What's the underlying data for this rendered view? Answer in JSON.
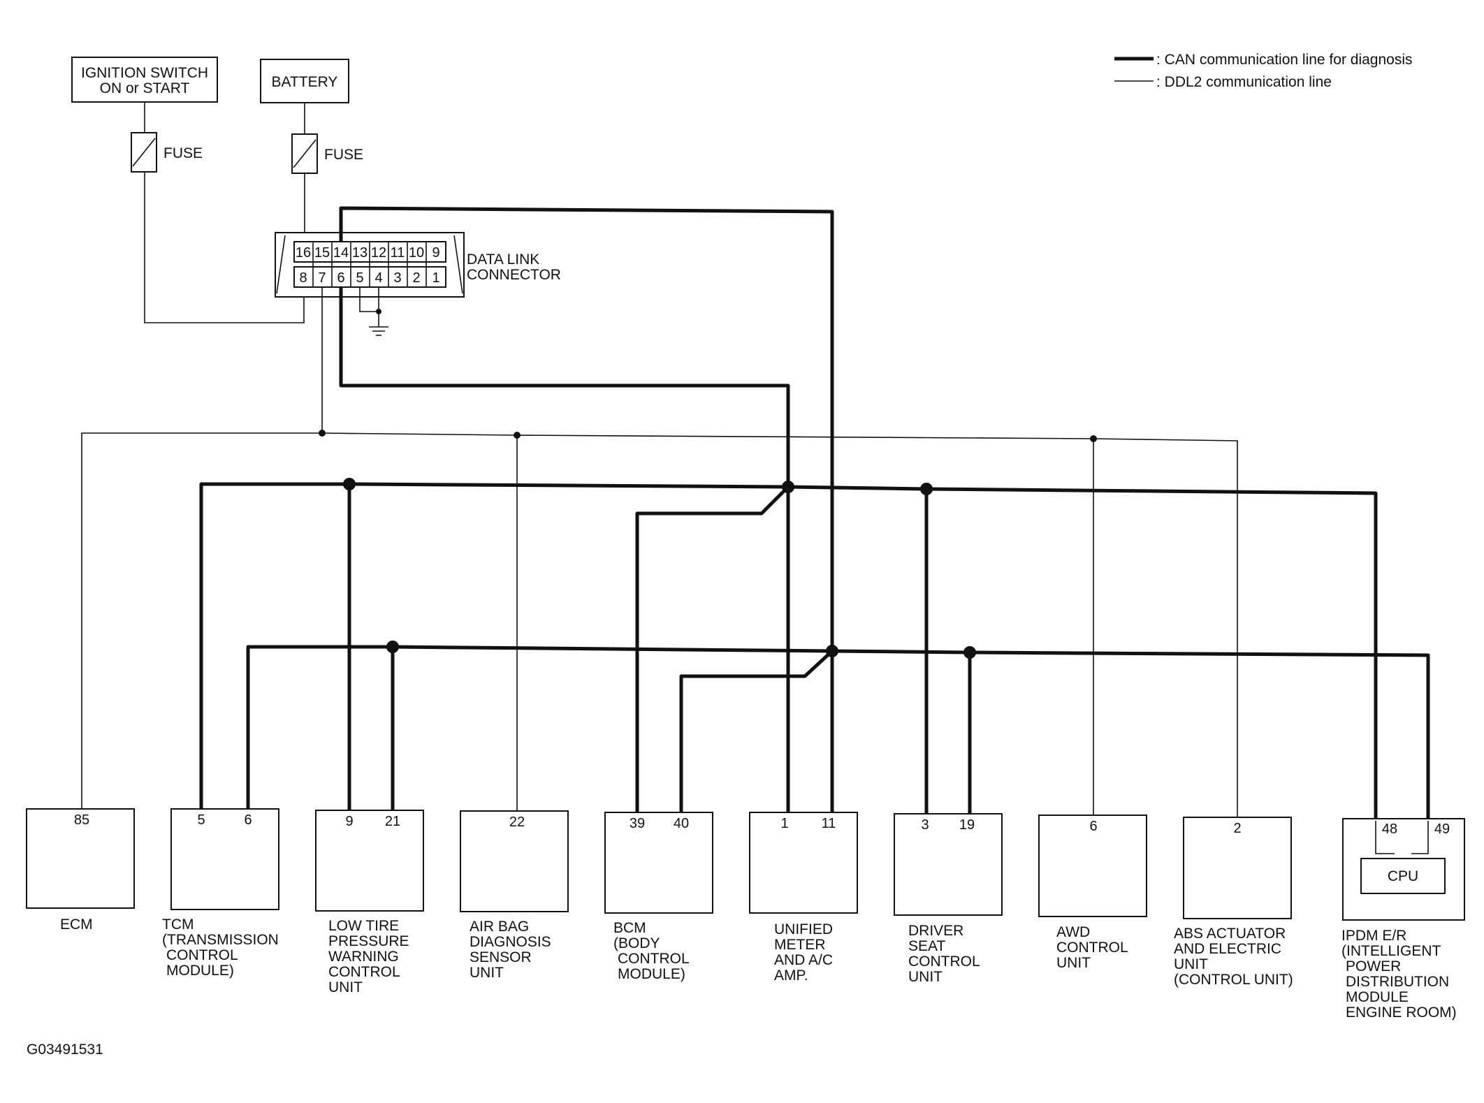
{
  "legend": {
    "can_label": ": CAN communication line for diagnosis",
    "ddl2_label": ": DDL2 communication line"
  },
  "power": {
    "ignition": {
      "line1": "IGNITION SWITCH",
      "line2": "ON or START"
    },
    "battery": "BATTERY",
    "fuse1": "FUSE",
    "fuse2": "FUSE"
  },
  "connector": {
    "label1": "DATA LINK",
    "label2": "CONNECTOR",
    "top_pins": [
      "16",
      "15",
      "14",
      "13",
      "12",
      "11",
      "10",
      "9"
    ],
    "bottom_pins": [
      "8",
      "7",
      "6",
      "5",
      "4",
      "3",
      "2",
      "1"
    ]
  },
  "modules": [
    {
      "id": "ecm",
      "pins": [
        "85"
      ],
      "label": [
        "ECM"
      ]
    },
    {
      "id": "tcm",
      "pins": [
        "5",
        "6"
      ],
      "label": [
        "TCM",
        "(TRANSMISSION",
        "CONTROL",
        "MODULE)"
      ]
    },
    {
      "id": "tpms",
      "pins": [
        "9",
        "21"
      ],
      "label": [
        "LOW TIRE",
        "PRESSURE",
        "WARNING",
        "CONTROL",
        "UNIT"
      ]
    },
    {
      "id": "airbag",
      "pins": [
        "22"
      ],
      "label": [
        "AIR BAG",
        "DIAGNOSIS",
        "SENSOR",
        "UNIT"
      ]
    },
    {
      "id": "bcm",
      "pins": [
        "39",
        "40"
      ],
      "label": [
        "BCM",
        "(BODY",
        "CONTROL",
        "MODULE)"
      ]
    },
    {
      "id": "meter",
      "pins": [
        "1",
        "11"
      ],
      "label": [
        "UNIFIED",
        "METER",
        "AND A/C",
        "AMP."
      ]
    },
    {
      "id": "seat",
      "pins": [
        "3",
        "19"
      ],
      "label": [
        "DRIVER",
        "SEAT",
        "CONTROL",
        "UNIT"
      ]
    },
    {
      "id": "awd",
      "pins": [
        "6"
      ],
      "label": [
        "AWD",
        "CONTROL",
        "UNIT"
      ]
    },
    {
      "id": "abs",
      "pins": [
        "2"
      ],
      "label": [
        "ABS ACTUATOR",
        "AND ELECTRIC",
        "UNIT",
        "(CONTROL UNIT)"
      ]
    },
    {
      "id": "ipdm",
      "pins": [
        "48",
        "49"
      ],
      "label": [
        "IPDM E/R",
        "(INTELLIGENT",
        "POWER",
        "DISTRIBUTION",
        "MODULE",
        "ENGINE ROOM)"
      ],
      "inner": "CPU"
    }
  ],
  "figure_id": "G03491531"
}
